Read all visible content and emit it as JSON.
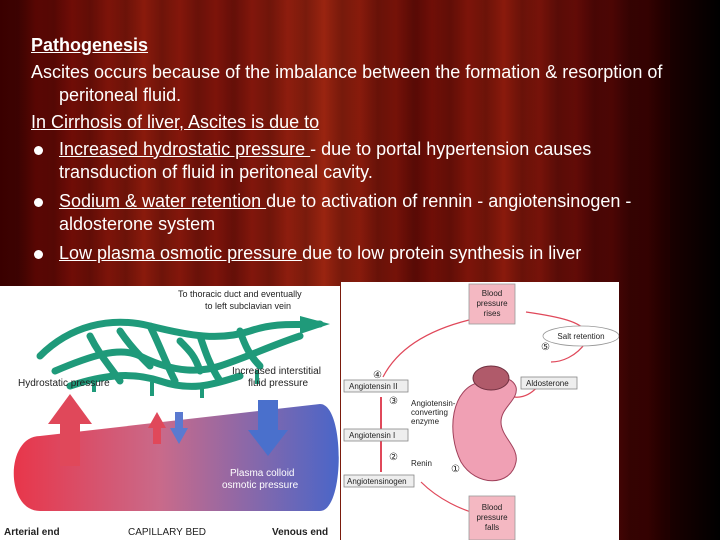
{
  "slide": {
    "heading": "Pathogenesis",
    "intro": "Ascites occurs because of the imbalance between the formation & resorption of peritoneal fluid.",
    "subheading": "In Cirrhosis of liver, Ascites is due to",
    "bullets": [
      {
        "term": "Increased hydrostatic pressure ",
        "rest": "- due to portal hypertension causes transduction of fluid in peritoneal cavity."
      },
      {
        "term": "Sodium & water retention ",
        "rest": "due to activation of rennin - angiotensinogen - aldosterone system"
      },
      {
        "term": "Low plasma osmotic pressure ",
        "rest": "due to low protein synthesis in liver"
      }
    ]
  },
  "figure_capillary": {
    "thoracic_line1": "To thoracic duct and eventually",
    "thoracic_line2": "to left subclavian vein",
    "hydrostatic": "Hydrostatic pressure",
    "interstitial_line1": "Increased interstitial",
    "interstitial_line2": "fluid pressure",
    "colloid_line1": "Plasma colloid",
    "colloid_line2": "osmotic pressure",
    "arterial": "Arterial end",
    "capillary_bed": "CAPILLARY BED",
    "venous": "Venous end"
  },
  "figure_raas": {
    "bp_rises_1": "Blood",
    "bp_rises_2": "pressure",
    "bp_rises_3": "rises",
    "salt_retention": "Salt retention",
    "angiotensin2": "Angiotensin II",
    "aldosterone": "Aldosterone",
    "ace_1": "Angiotensin-",
    "ace_2": "converting",
    "ace_3": "enzyme",
    "angiotensin1": "Angiotensin I",
    "renin": "Renin",
    "angiotensinogen": "Angiotensinogen",
    "bp_falls_1": "Blood",
    "bp_falls_2": "pressure",
    "bp_falls_3": "falls",
    "n1": "①",
    "n2": "②",
    "n3": "③",
    "n4": "④",
    "n5": "⑤"
  }
}
